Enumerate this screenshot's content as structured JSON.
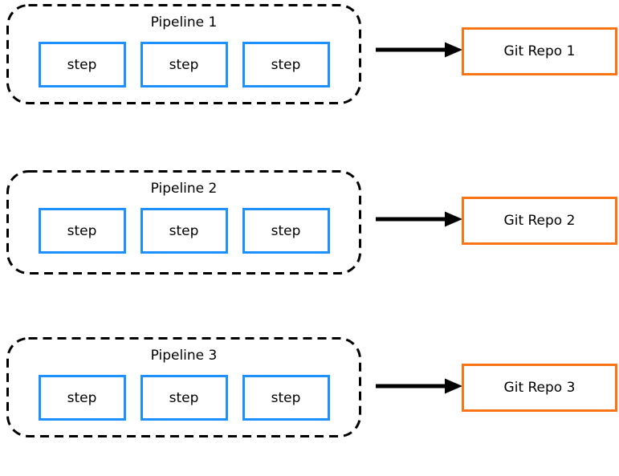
{
  "colors": {
    "step_border": "#1E90FF",
    "repo_border": "#F97414",
    "pipeline_border": "#000000",
    "arrow": "#000000",
    "background": "#FFFFFF",
    "text": "#000000"
  },
  "rows": [
    {
      "pipeline": {
        "title": "Pipeline 1",
        "steps": [
          "step",
          "step",
          "step"
        ]
      },
      "repo": {
        "label": "Git Repo 1"
      }
    },
    {
      "pipeline": {
        "title": "Pipeline 2",
        "steps": [
          "step",
          "step",
          "step"
        ]
      },
      "repo": {
        "label": "Git Repo 2"
      }
    },
    {
      "pipeline": {
        "title": "Pipeline 3",
        "steps": [
          "step",
          "step",
          "step"
        ]
      },
      "repo": {
        "label": "Git Repo 3"
      }
    }
  ]
}
